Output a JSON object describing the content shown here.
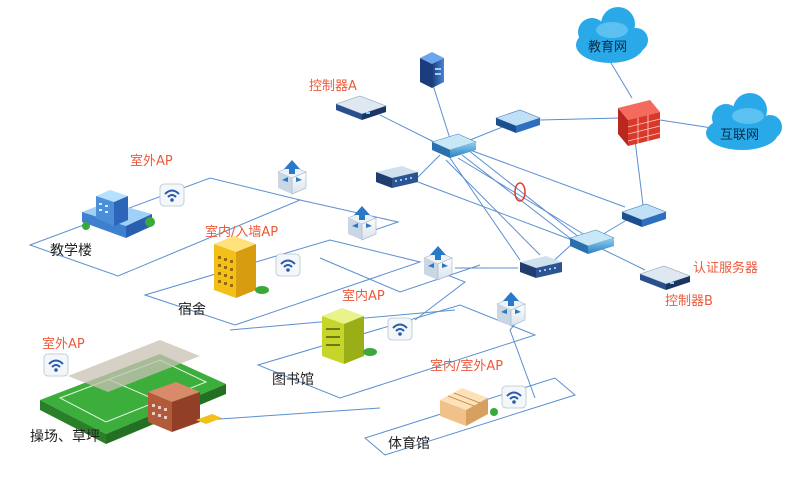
{
  "clouds": {
    "edu_net": "教育网",
    "internet": "互联网"
  },
  "devices": {
    "controller_a": "控制器A",
    "controller_b": "控制器B",
    "auth_server": "认证服务器"
  },
  "zones": {
    "teaching": {
      "ap": "室外AP",
      "name": "教学楼"
    },
    "dorm": {
      "ap": "室内/入墙AP",
      "name": "宿舍"
    },
    "library": {
      "ap": "室内AP",
      "name": "图书馆"
    },
    "gym": {
      "ap": "室内/室外AP",
      "name": "体育馆"
    },
    "field": {
      "ap": "室外AP",
      "name": "操场、草坪"
    }
  },
  "colors": {
    "accent_label": "#ec5a3b",
    "link_line": "#5b8fd0",
    "cloud_fill": "#29a9e8",
    "firewall": "#d9382b",
    "building_blue": "#4a8fd8",
    "building_yellow": "#f2c018",
    "building_green": "#c7d52a",
    "building_orange": "#f0c28a",
    "field_green": "#3cae3c"
  }
}
